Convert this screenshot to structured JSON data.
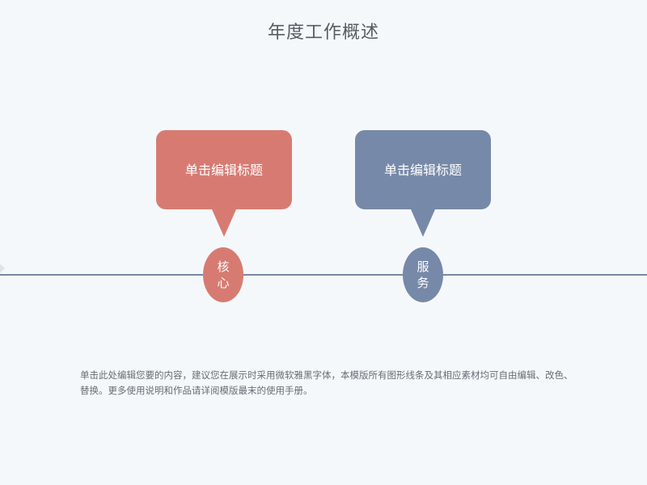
{
  "slide": {
    "title": "年度工作概述",
    "cards": [
      {
        "label": "单击编辑标题",
        "node_label": "核心",
        "color": "#d77b72"
      },
      {
        "label": "单击编辑标题",
        "node_label": "服务",
        "color": "#7789a8"
      }
    ],
    "body_text": "单击此处编辑您要的内容，建议您在展示时采用微软雅黑字体，本模版所有图形线条及其相应素材均可自由编辑、改色、替换。更多使用说明和作品请详阅模版最末的使用手册。"
  }
}
